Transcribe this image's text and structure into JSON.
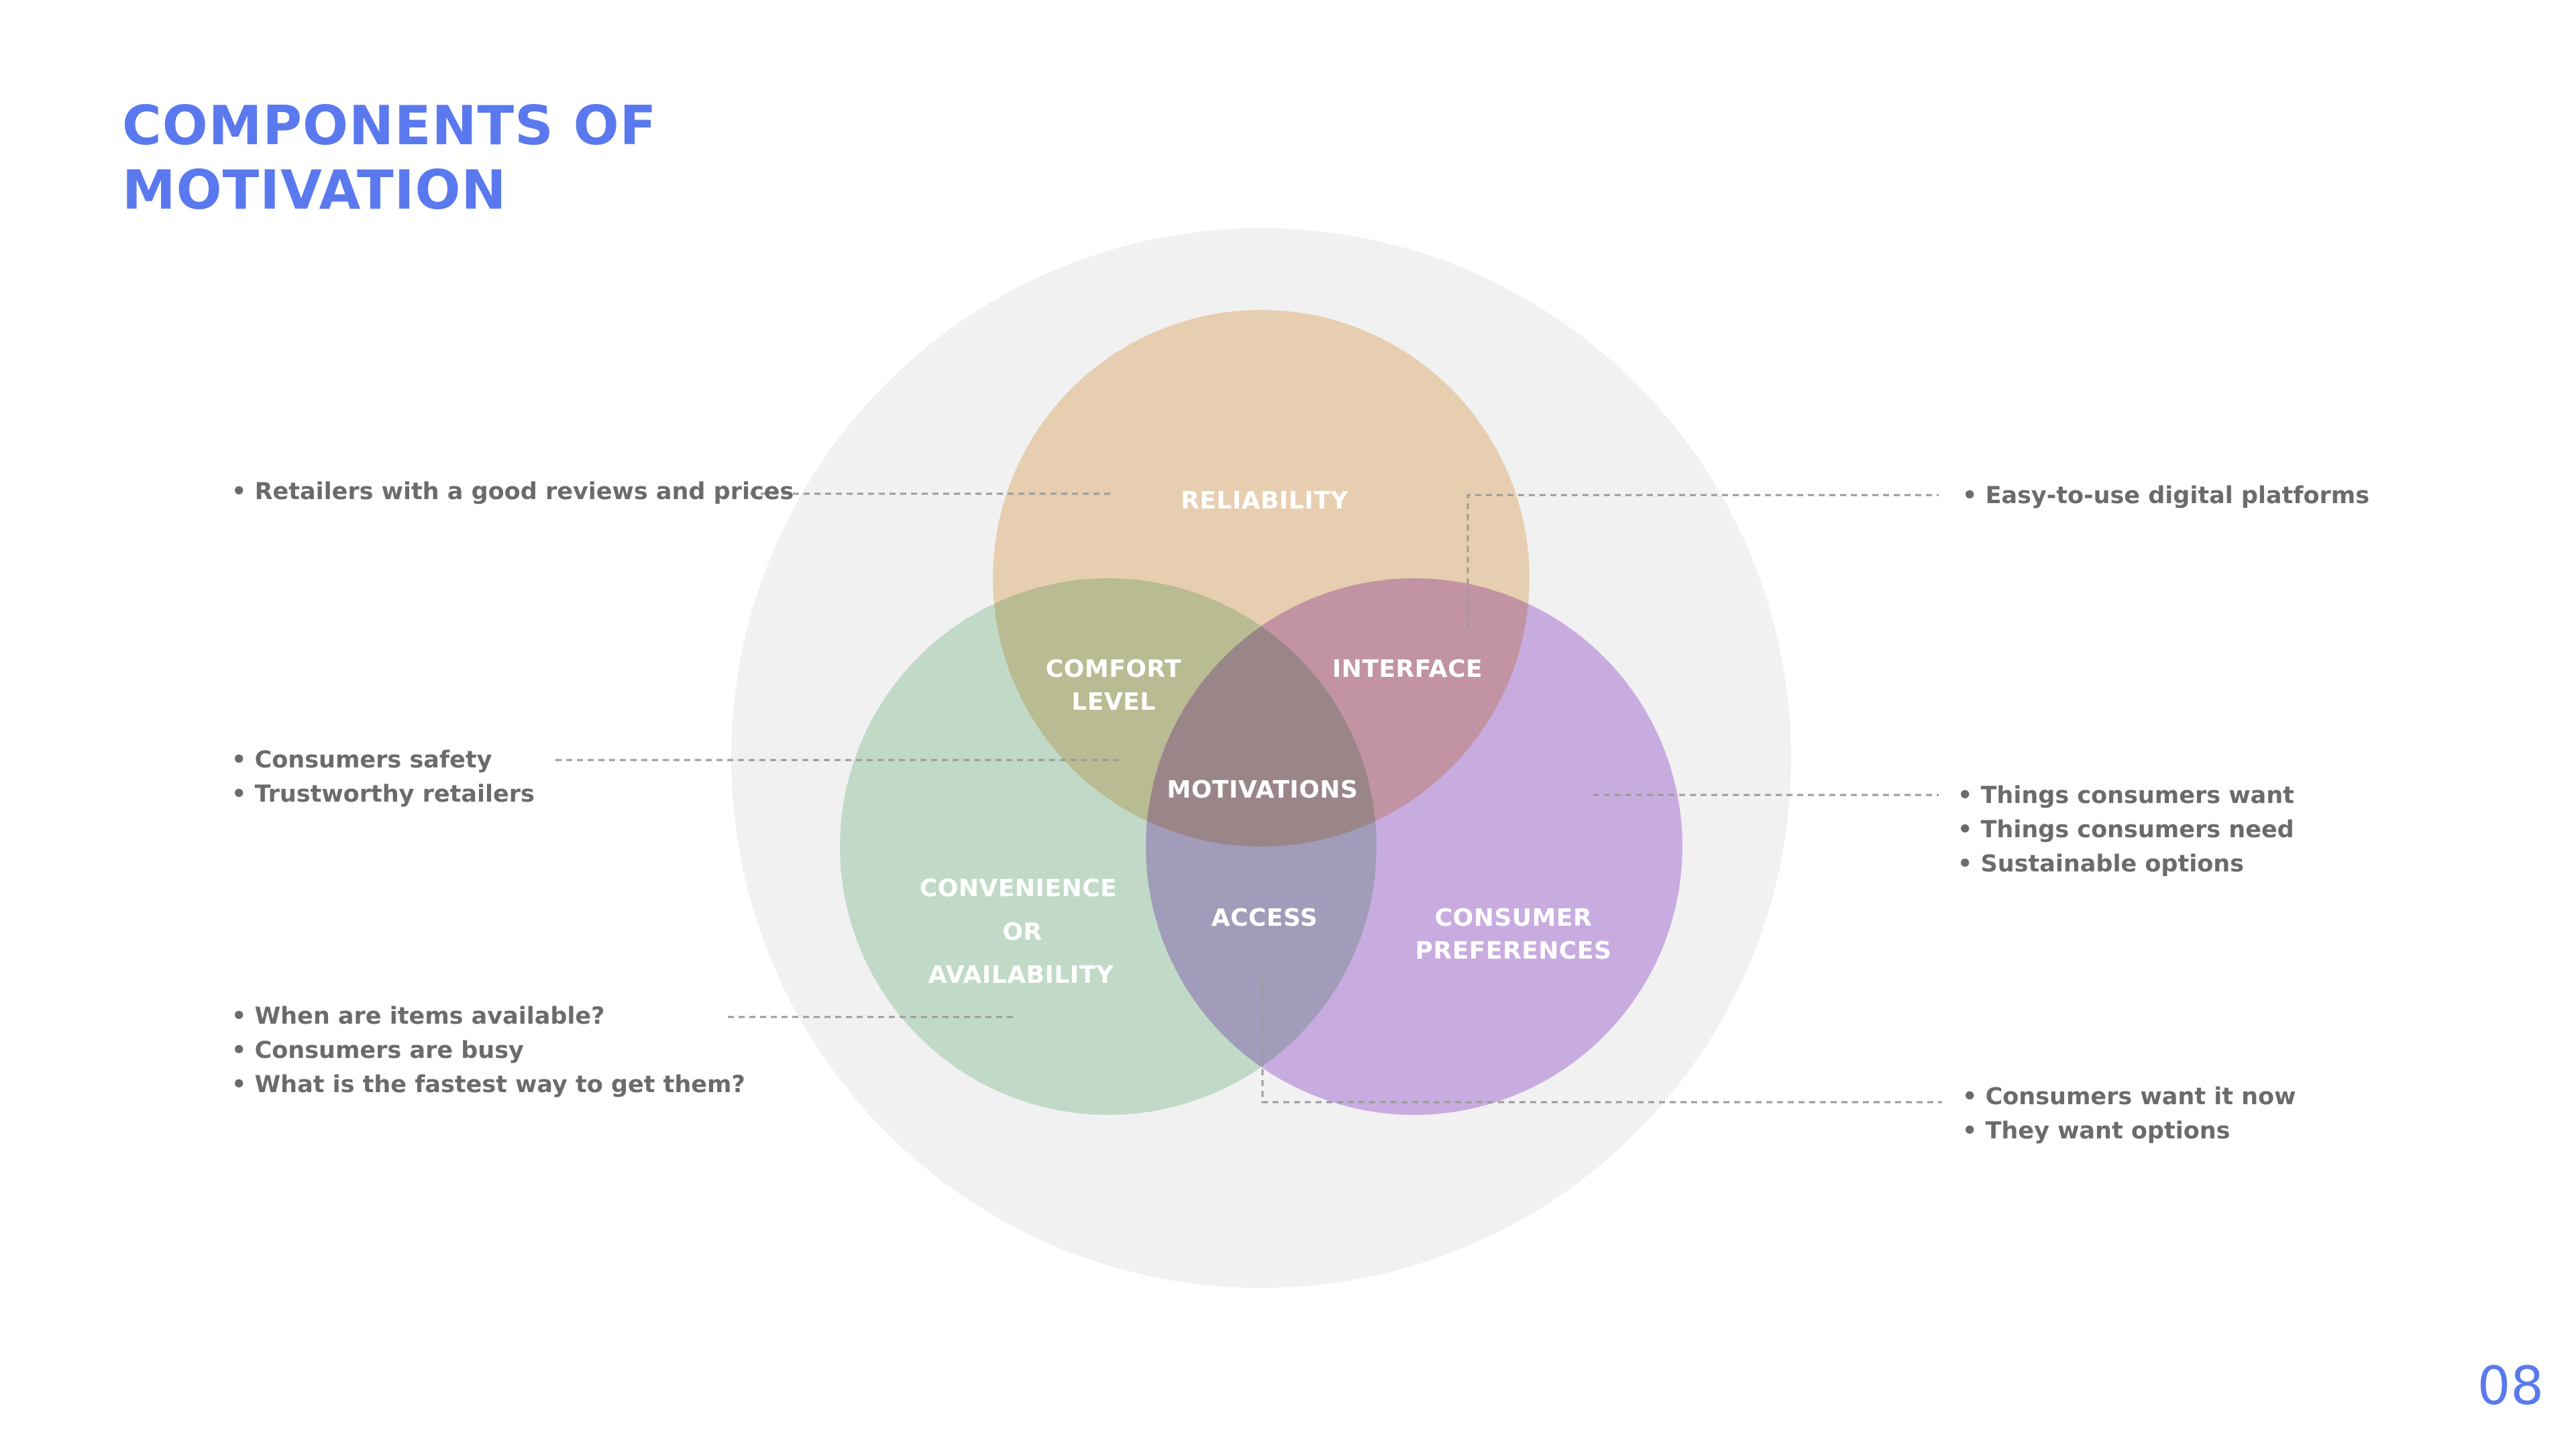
{
  "title": {
    "line1": "COMPONENTS OF",
    "line2": "MOTIVATION"
  },
  "page_number": "08",
  "colors": {
    "title": "#5b79ee",
    "outer_circle": "#f1f1f1",
    "reliability": "#f0c999",
    "convenience": "#b4dcbe",
    "consumer_preferences": "#c49ae6",
    "note_text": "#6b6b6b"
  },
  "diagram": {
    "reliability": "RELIABILITY",
    "comfort_level": [
      "COMFORT",
      "LEVEL"
    ],
    "interface": "INTERFACE",
    "motivations": "MOTIVATIONS",
    "convenience": [
      "CONVENIENCE",
      "OR",
      "AVAILABILITY"
    ],
    "access": "ACCESS",
    "consumer_preferences": [
      "CONSUMER",
      "PREFERENCES"
    ]
  },
  "notes": {
    "reliability": [
      "Retailers with a good reviews and  prices"
    ],
    "comfort_level": [
      "Consumers safety",
      "Trustworthy retailers"
    ],
    "convenience": [
      "When are items available?",
      "Consumers are busy",
      "What is the fastest way to get them?"
    ],
    "interface": [
      "Easy-to-use digital platforms"
    ],
    "consumer_preferences": [
      "Things consumers want",
      "Things consumers need",
      "Sustainable options"
    ],
    "access": [
      "Consumers want it now",
      "They want options"
    ]
  }
}
